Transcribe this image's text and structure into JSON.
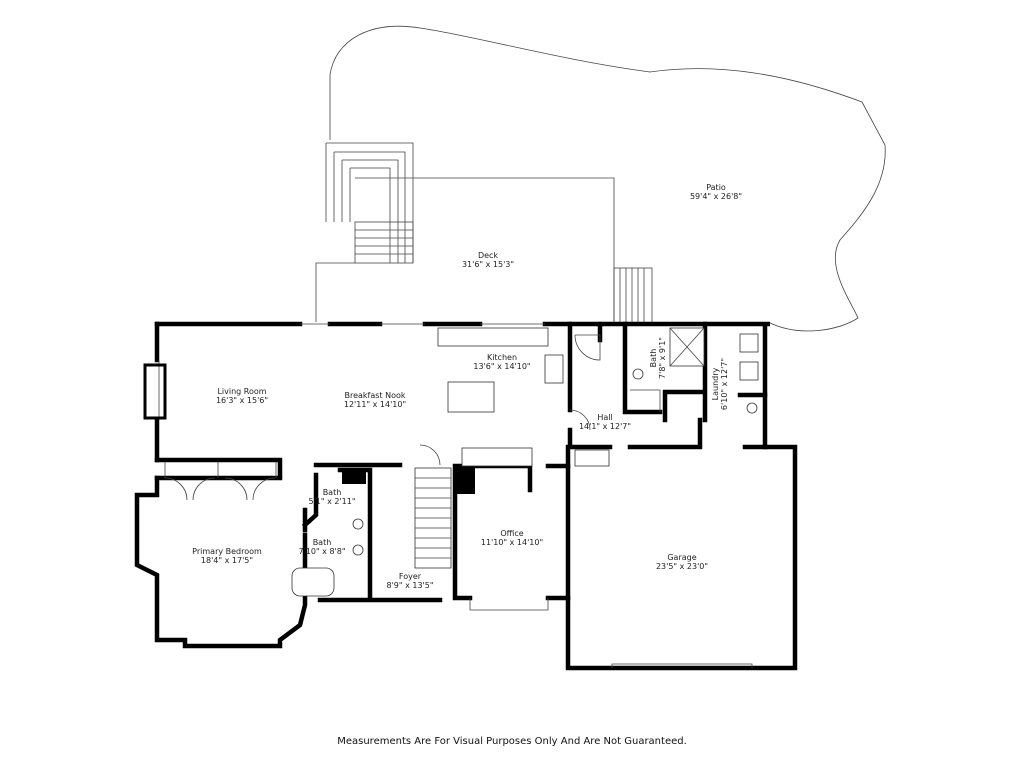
{
  "rooms": {
    "patio": {
      "name": "Patio",
      "size": "59'4\" x 26'8\""
    },
    "deck": {
      "name": "Deck",
      "size": "31'6\" x 15'3\""
    },
    "kitchen": {
      "name": "Kitchen",
      "size": "13'6\" x 14'10\""
    },
    "living_room": {
      "name": "Living Room",
      "size": "16'3\" x 15'6\""
    },
    "breakfast_nook": {
      "name": "Breakfast Nook",
      "size": "12'11\" x 14'10\""
    },
    "bath_upper": {
      "name": "Bath",
      "size": "7'8\" x 9'1\""
    },
    "laundry": {
      "name": "Laundry",
      "size": "6'10\" x 12'7\""
    },
    "hall": {
      "name": "Hall",
      "size": "14'1\" x 12'7\""
    },
    "half_bath": {
      "name": "Bath",
      "size": "5'1\" x 2'11\""
    },
    "primary_bath": {
      "name": "Bath",
      "size": "7'10\" x 8'8\""
    },
    "primary_bedroom": {
      "name": "Primary Bedroom",
      "size": "18'4\" x 17'5\""
    },
    "office": {
      "name": "Office",
      "size": "11'10\" x 14'10\""
    },
    "foyer": {
      "name": "Foyer",
      "size": "8'9\" x 13'5\""
    },
    "garage": {
      "name": "Garage",
      "size": "23'5\" x 23'0\""
    }
  },
  "footer": "Measurements Are For Visual Purposes Only And Are Not Guaranteed."
}
